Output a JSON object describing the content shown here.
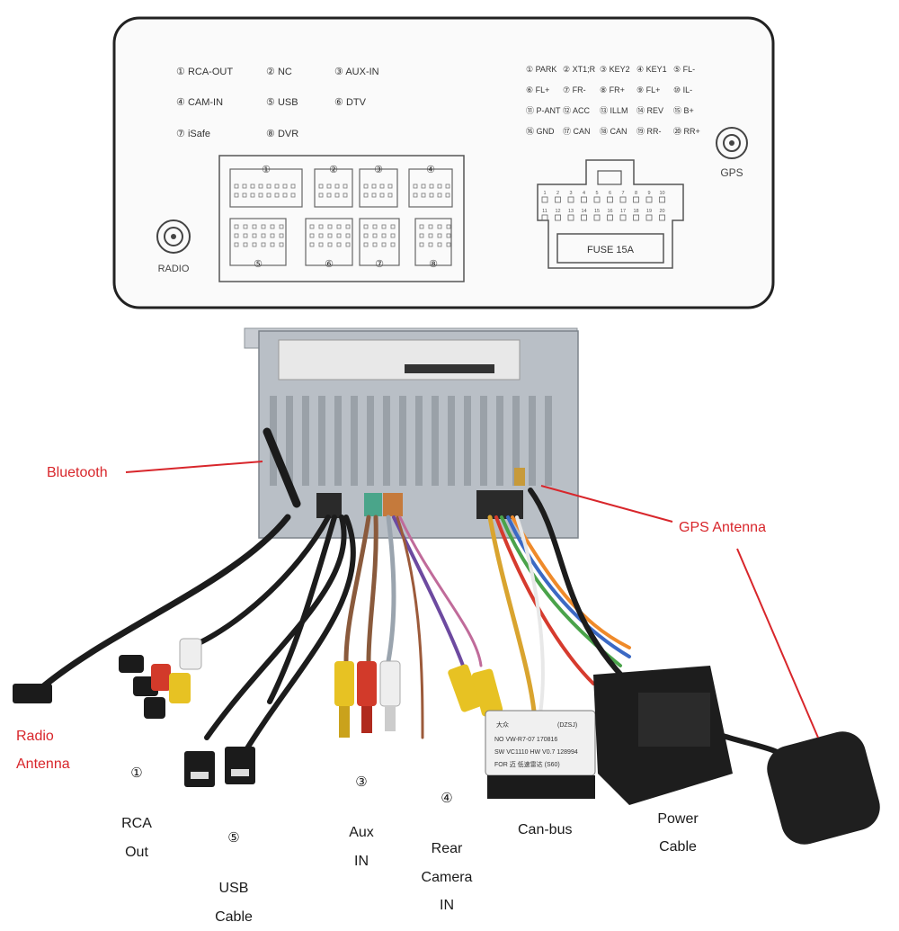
{
  "panel": {
    "legend_left": [
      {
        "num": "①",
        "text": "RCA-OUT"
      },
      {
        "num": "②",
        "text": "NC"
      },
      {
        "num": "③",
        "text": "AUX-IN"
      },
      {
        "num": "④",
        "text": "CAM-IN"
      },
      {
        "num": "⑤",
        "text": "USB"
      },
      {
        "num": "⑥",
        "text": "DTV"
      },
      {
        "num": "⑦",
        "text": "iSafe"
      },
      {
        "num": "⑧",
        "text": "DVR"
      }
    ],
    "legend_right": [
      {
        "num": "①",
        "text": "PARK"
      },
      {
        "num": "②",
        "text": "XT1;R"
      },
      {
        "num": "③",
        "text": "KEY2"
      },
      {
        "num": "④",
        "text": "KEY1"
      },
      {
        "num": "⑤",
        "text": "FL-"
      },
      {
        "num": "⑥",
        "text": "FL+"
      },
      {
        "num": "⑦",
        "text": "FR-"
      },
      {
        "num": "⑧",
        "text": "FR+"
      },
      {
        "num": "⑨",
        "text": "FL+"
      },
      {
        "num": "⑩",
        "text": "IL-"
      },
      {
        "num": "⑪",
        "text": "P-ANT"
      },
      {
        "num": "⑫",
        "text": "ACC"
      },
      {
        "num": "⑬",
        "text": "ILLM"
      },
      {
        "num": "⑭",
        "text": "REV"
      },
      {
        "num": "⑮",
        "text": "B+"
      },
      {
        "num": "⑯",
        "text": "GND"
      },
      {
        "num": "⑰",
        "text": "CAN"
      },
      {
        "num": "⑱",
        "text": "CAN"
      },
      {
        "num": "⑲",
        "text": "RR-"
      },
      {
        "num": "⑳",
        "text": "RR+"
      }
    ],
    "connector_nums_top": [
      "①",
      "②",
      "③",
      "④"
    ],
    "connector_nums_bottom": [
      "⑤",
      "⑥",
      "⑦",
      "⑧"
    ],
    "radio_label": "RADIO",
    "gps_label": "GPS",
    "fuse_label": "FUSE 15A",
    "plug_pins_top": [
      "1",
      "2",
      "3",
      "4",
      "5",
      "6",
      "7",
      "8",
      "9",
      "10"
    ],
    "plug_pins_bottom": [
      "11",
      "12",
      "13",
      "14",
      "15",
      "16",
      "17",
      "18",
      "19",
      "20"
    ]
  },
  "callouts": {
    "bluetooth": "Bluetooth",
    "gps_antenna": "GPS Antenna",
    "radio_antenna": "Radio\nAntenna",
    "rca_num": "①",
    "rca_out": "RCA\nOut",
    "usb_num": "⑤",
    "usb_cable": "USB\nCable",
    "aux_num": "③",
    "aux_in": "Aux\nIN",
    "cam_num": "④",
    "rear_camera": "Rear\nCamera\nIN",
    "canbus": "Can-bus",
    "power_cable": "Power\nCable"
  },
  "canbox": {
    "line1": "大众",
    "line2": "(DZSJ)",
    "line3": "NO VW-R7-07  170816",
    "line4": "SW VC1110  HW V0.7  128994",
    "line5": "FOR 迈 低速雷达 (S60)"
  },
  "colors": {
    "red_label": "#d8262b",
    "panel_border": "#222222",
    "unit_metal": "#b9bfc6",
    "rca_red": "#d23a2a",
    "rca_yellow": "#e7c223",
    "rca_white": "#eeeeee"
  }
}
